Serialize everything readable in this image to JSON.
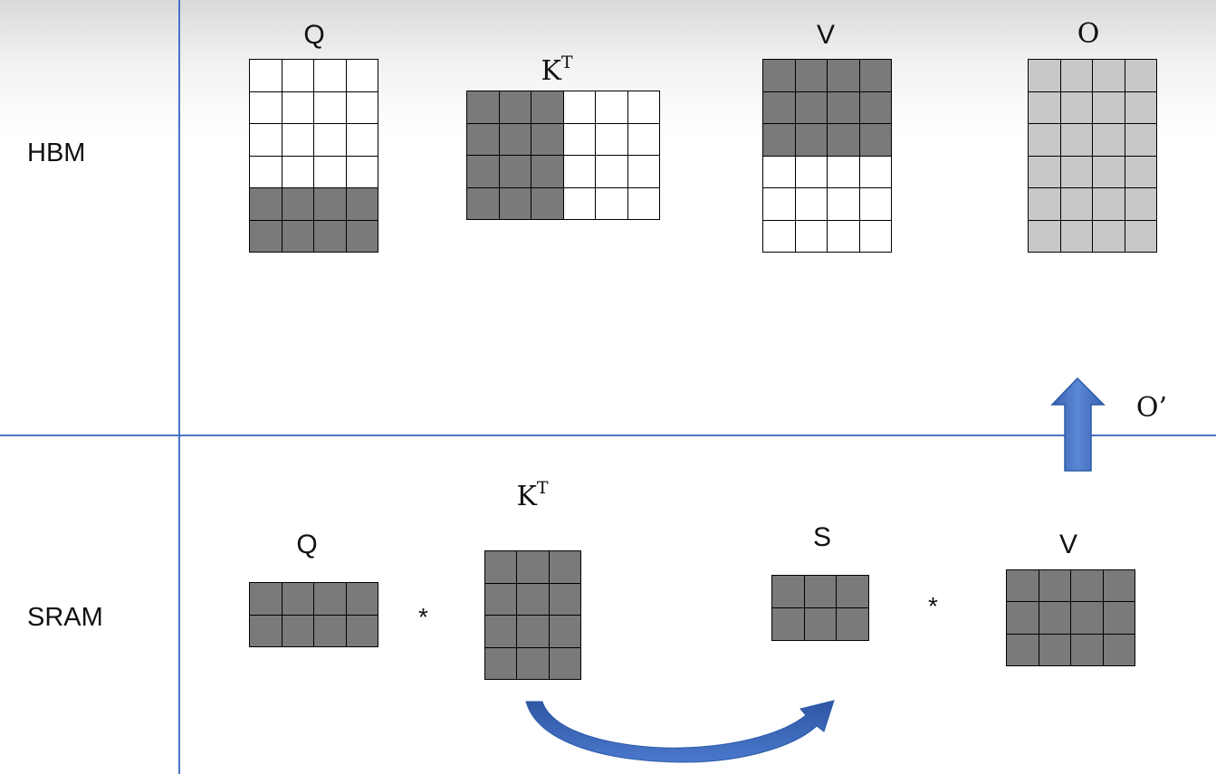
{
  "rows": {
    "hbm": "HBM",
    "sram": "SRAM"
  },
  "colors": {
    "dark": "#7a7a7a",
    "light": "#c8c8c8",
    "white": "#ffffff",
    "accent": "#4472c4"
  },
  "hbm": {
    "q": {
      "label": "Q",
      "rows": 6,
      "cols": 4,
      "shaded": "dark-bottom-2-rows"
    },
    "kt": {
      "label": "K",
      "sup": "T",
      "rows": 4,
      "cols": 6,
      "shaded": "dark-left-3-cols"
    },
    "v": {
      "label": "V",
      "rows": 6,
      "cols": 4,
      "shaded": "dark-top-3-rows"
    },
    "o": {
      "label": "O",
      "rows": 6,
      "cols": 4,
      "shaded": "light-all"
    }
  },
  "sram": {
    "q": {
      "label": "Q",
      "rows": 2,
      "cols": 4
    },
    "kt": {
      "label": "K",
      "sup": "T",
      "rows": 4,
      "cols": 3
    },
    "s": {
      "label": "S",
      "rows": 2,
      "cols": 3
    },
    "v": {
      "label": "V",
      "rows": 3,
      "cols": 4
    },
    "mult1": "*",
    "mult2": "*"
  },
  "writeback": {
    "label": "O",
    "prime": "’",
    "icon": "arrow-up-icon"
  },
  "compute_arrow": {
    "icon": "curved-arrow-icon"
  }
}
